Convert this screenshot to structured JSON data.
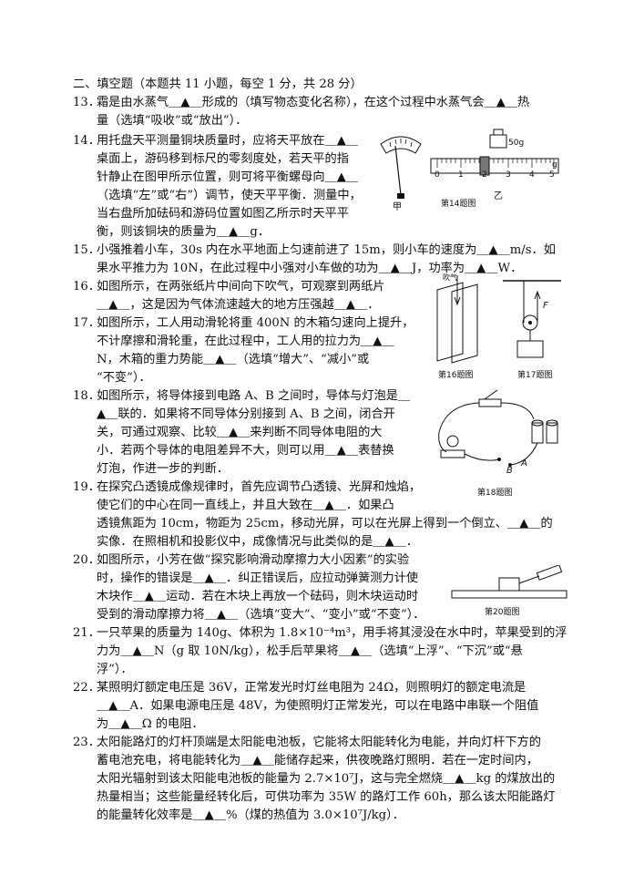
{
  "section_title": "二、填空题（本题共 11 小题，每空 1 分，共 28 分）",
  "questions": [
    {
      "num": "13．",
      "lines": [
        "霜是由水蒸气＿▲＿形成的（填写物态变化名称），在这个过程中水蒸气会＿▲＿热",
        "量（选填“吸收”或“放出”）．"
      ]
    },
    {
      "num": "14．",
      "lines": [
        "用托盘天平测量铜块质量时，应将天平放在＿▲＿",
        "桌面上，游码移到标尺的零刻度处，若天平的指",
        "针静止在图甲所示位置，则可将平衡螺母向＿▲＿",
        "（选填“左”或“右”）调节，使天平平衡．测量中，",
        "当右盘所加砝码和游码位置如图乙所示时天平平",
        "衡，则该铜块的质量为＿▲＿g．"
      ]
    },
    {
      "num": "15．",
      "lines": [
        "小强推着小车，30s 内在水平地面上匀速前进了 15m，则小车的速度为＿▲＿m/s．如",
        "果水平推力为 10N，在此过程中小强对小车做的功为＿▲＿J，功率为＿▲＿W．"
      ]
    },
    {
      "num": "16．",
      "lines": [
        "如图所示，在两张纸片中间向下吹气，可观察到两纸片",
        "＿▲＿，这是因为气体流速越大的地方压强越＿▲＿．"
      ]
    },
    {
      "num": "17．",
      "lines": [
        "如图所示，工人用动滑轮将重 400N 的木箱匀速向上提升，",
        "不计摩擦和滑轮重，在此过程中，工人用的拉力为＿▲＿",
        "N，木箱的重力势能＿▲＿（选填“增大”、“减小”或",
        "“不变”）．"
      ]
    },
    {
      "num": "18．",
      "lines": [
        "如图所示，将导体接到电路 A、B 之间时，导体与灯泡是＿",
        "▲＿联的．如果将不同导体分别接到 A、B 之间，闭合开",
        "关，可通过观察、比较＿▲＿来判断不同导体电阻的大",
        "小．若两个导体的电阻差异不大，则可以用＿▲＿表替换",
        "灯泡，作进一步的判断．"
      ]
    },
    {
      "num": "19．",
      "lines": [
        "在探究凸透镜成像规律时，首先应调节凸透镜、光屏和烛焰，",
        "使它们的中心在同一直线上，并且大致在＿▲＿．如果凸",
        "透镜焦距为 10cm，物距为 25cm，移动光屏，可以在光屏上得到一个倒立、＿▲＿的",
        "实像．在照相机和投影仪中，成像情况与此类似的是＿▲＿．"
      ]
    },
    {
      "num": "20．",
      "lines": [
        "如图所示，小芳在做“探究影响滑动摩擦力大小因素”的实验",
        "时，操作的错误是＿▲＿．纠正错误后，应拉动弹簧测力计使",
        "木块作＿▲＿运动．若在木块上再放一个砝码，则木块运动时",
        "受到的滑动摩擦力将＿▲＿（选填“变大”、“变小”或“不变”）．"
      ]
    },
    {
      "num": "21．",
      "lines": [
        "一只苹果的质量为 140g、体积为 1.8×10⁻⁴m³，用手将其浸没在水中时，苹果受到的浮",
        "力为＿▲＿N（g 取 10N/kg），松手后苹果将＿▲＿（选填“上浮”、“下沉”或“悬",
        "浮”）．"
      ]
    },
    {
      "num": "22．",
      "lines": [
        "某照明灯额定电压是 36V，正常发光时灯丝电阻为 24Ω，则照明灯的额定电流是",
        "＿▲＿A．如果电源电压是 48V，为使照明灯正常发光，可以在电路中串联一个阻值",
        "为＿▲＿Ω 的电阻．"
      ]
    },
    {
      "num": "23．",
      "lines": [
        "太阳能路灯的灯杆顶端是太阳能电池板，它能将太阳能转化为电能，并向灯杆下方的",
        "蓄电池充电，将电能转化为＿▲＿能储存起来，供夜晚路灯照明．若在一定时间内，",
        "太阳光辐射到该太阳能电池板的能量为 2.7×10⁷J，这与完全燃烧＿▲＿kg 的煤放出的",
        "热量相当；这些能量经转化后，可供功率为 35W 的路灯工作 60h，那么该太阳能路灯",
        "的能量转化效率是＿▲＿%（煤的热值为 3.0×10⁷J/kg）．"
      ]
    }
  ],
  "figures": {
    "fig14": {
      "caption": "第14题图",
      "label_jia": "甲",
      "label_yi": "乙",
      "weight": "50g",
      "scale_ticks": [
        "0",
        "1",
        "2",
        "3",
        "4",
        "5"
      ],
      "scale_unit": "g"
    },
    "fig16": {
      "caption": "第16题图",
      "label_blow": "吹气"
    },
    "fig17": {
      "caption": "第17题图",
      "label_F": "F"
    },
    "fig18": {
      "caption": "第18题图",
      "label_A": "A",
      "label_B": "B"
    },
    "fig20": {
      "caption": "第20题图"
    }
  }
}
